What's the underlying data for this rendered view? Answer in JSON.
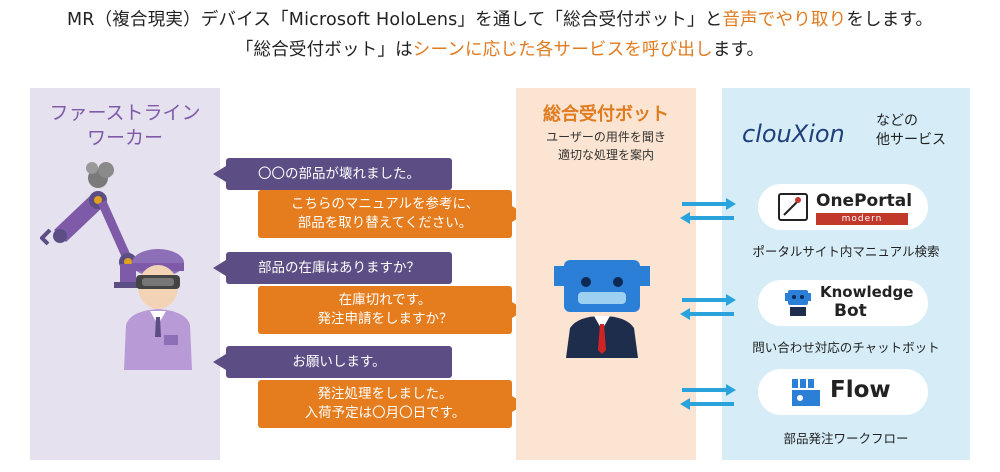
{
  "header": {
    "line1_a": "MR（複合現実）デバイス「Microsoft HoloLens」を通して「総合受付ボット」と",
    "line1_hl": "音声でやり取り",
    "line1_b": "をします。",
    "line2_a": "「総合受付ボット」は",
    "line2_hl": "シーンに応じた各サービスを呼び出し",
    "line2_b": "ます。"
  },
  "worker": {
    "title_line1": "ファーストライン",
    "title_line2": "ワーカー"
  },
  "bot": {
    "title": "総合受付ボット",
    "subtitle_line1": "ユーザーの用件を聞き",
    "subtitle_line2": "適切な処理を案内"
  },
  "conversation": [
    {
      "role": "worker",
      "lines": [
        "〇〇の部品が壊れました。"
      ]
    },
    {
      "role": "bot",
      "lines": [
        "こちらのマニュアルを参考に、",
        "部品を取り替えてください。"
      ]
    },
    {
      "role": "worker",
      "lines": [
        "部品の在庫はありますか？"
      ]
    },
    {
      "role": "bot",
      "lines": [
        "在庫切れです。",
        "発注申請をしますか？"
      ]
    },
    {
      "role": "worker",
      "lines": [
        "お願いします。"
      ]
    },
    {
      "role": "bot",
      "lines": [
        "発注処理をしました。",
        "入荷予定は〇月〇日です。"
      ]
    }
  ],
  "services": {
    "brand": "clouXion",
    "brand_note_line1": "などの",
    "brand_note_line2": "他サービス",
    "items": [
      {
        "logo_main": "OnePortal",
        "logo_sub": "modern",
        "label": "ポータルサイト内マニュアル検索"
      },
      {
        "logo_main": "Knowledge",
        "logo_sub": "Bot",
        "label": "問い合わせ対応のチャットボット"
      },
      {
        "logo_main": "Flow",
        "logo_sub": "",
        "label": "部品発注ワークフロー"
      }
    ]
  },
  "colors": {
    "accent_orange": "#e57c1d",
    "accent_purple": "#5c4e84",
    "arrow_blue": "#2aa3dc",
    "bot_blue": "#2b7fd6"
  }
}
